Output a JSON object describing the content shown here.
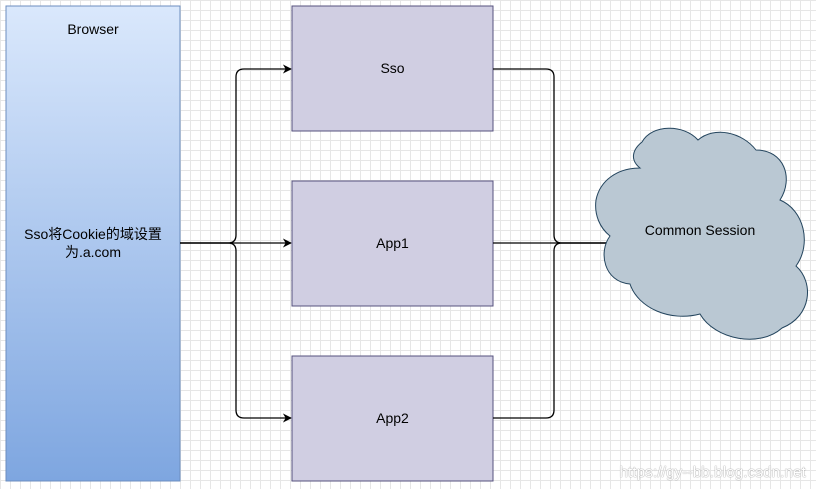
{
  "diagram": {
    "browser": {
      "title": "Browser",
      "note_line1": "Sso将Cookie的域设置",
      "note_line2": "为.a.com"
    },
    "services": {
      "sso": "Sso",
      "app1": "App1",
      "app2": "App2"
    },
    "session": "Common Session"
  },
  "watermark": "https://gy--bb.blog.csdn.net",
  "colors": {
    "browser_top": "#dae8fc",
    "browser_bottom": "#7ea6e0",
    "browser_stroke": "#6c8ebf",
    "service_fill": "#d0cee2",
    "service_stroke": "#56517e",
    "session_fill": "#bac8d3",
    "session_stroke": "#23445d",
    "edge": "#000000"
  }
}
